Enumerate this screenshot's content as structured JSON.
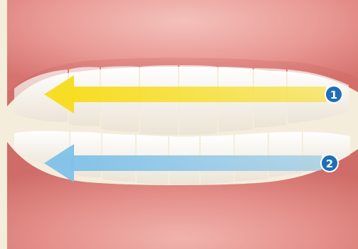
{
  "image": {
    "subject": "teeth-and-gums-illustration",
    "markers": [
      {
        "label": "1",
        "arrow_color": "#f7dc1a",
        "badge_color": "#1f6fb8",
        "direction": "left"
      },
      {
        "label": "2",
        "arrow_color": "#7fc1e8",
        "badge_color": "#1f6fb8",
        "direction": "left"
      }
    ],
    "colors": {
      "background": "#f5eddc",
      "gum": "#e07e7c",
      "gum_light": "#f2b3ae",
      "tooth": "#f5f0e8"
    }
  }
}
